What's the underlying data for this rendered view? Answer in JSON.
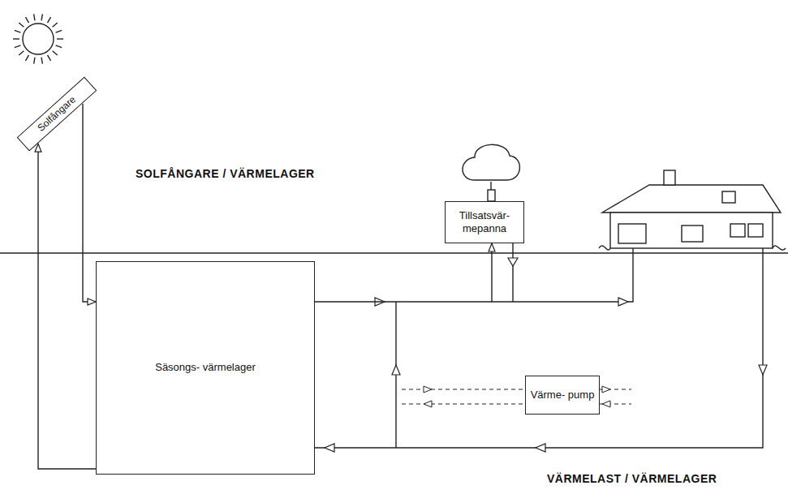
{
  "diagram": {
    "nodes": [
      {
        "text": [
          "Solfångare"
        ]
      },
      {
        "text": [
          "Tillsatsvär- mepanna"
        ]
      },
      {
        "text": [
          "Säsongs- värmelager"
        ]
      },
      {
        "text": [
          "Värme- pump"
        ]
      }
    ],
    "edges": [
      {
        "from": 2,
        "to": 0,
        "arrow": "to"
      },
      {
        "from": 0,
        "to": 2,
        "arrow": "to"
      },
      {
        "from": 2,
        "to": 1,
        "arrow": "to"
      }
    ],
    "labels": [
      "SOLFÅNGARE / VÄRMELAGER",
      "VÄRMELAST / VÄRMELAGER"
    ]
  }
}
